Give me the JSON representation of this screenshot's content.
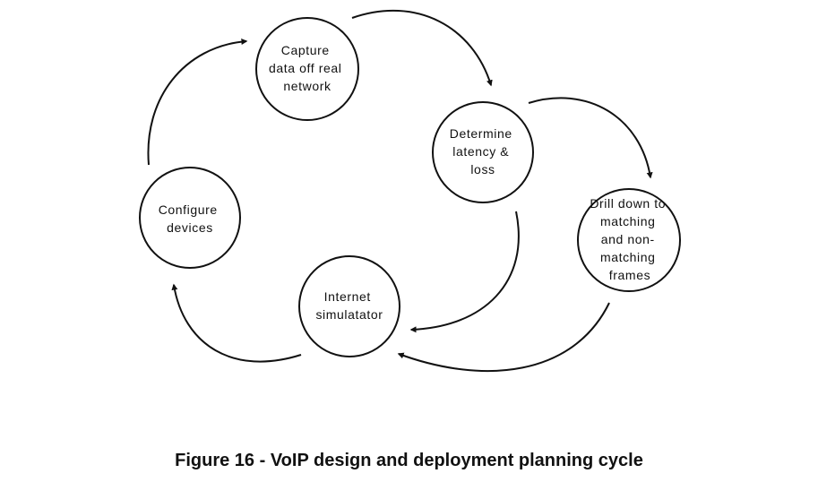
{
  "nodes": [
    {
      "id": "capture",
      "lines": [
        "Capture",
        "data off real",
        "network"
      ]
    },
    {
      "id": "determine",
      "lines": [
        "Determine",
        "latency &",
        "loss"
      ]
    },
    {
      "id": "drill",
      "lines": [
        "Drill down to",
        "matching",
        "and non-",
        "matching",
        "frames"
      ]
    },
    {
      "id": "internet",
      "lines": [
        "Internet",
        "simulatator"
      ]
    },
    {
      "id": "configure",
      "lines": [
        "Configure",
        "devices"
      ]
    }
  ],
  "caption": "Figure 16 - VoIP design and deployment planning cycle",
  "colors": {
    "stroke": "#111111",
    "background": "#ffffff"
  }
}
